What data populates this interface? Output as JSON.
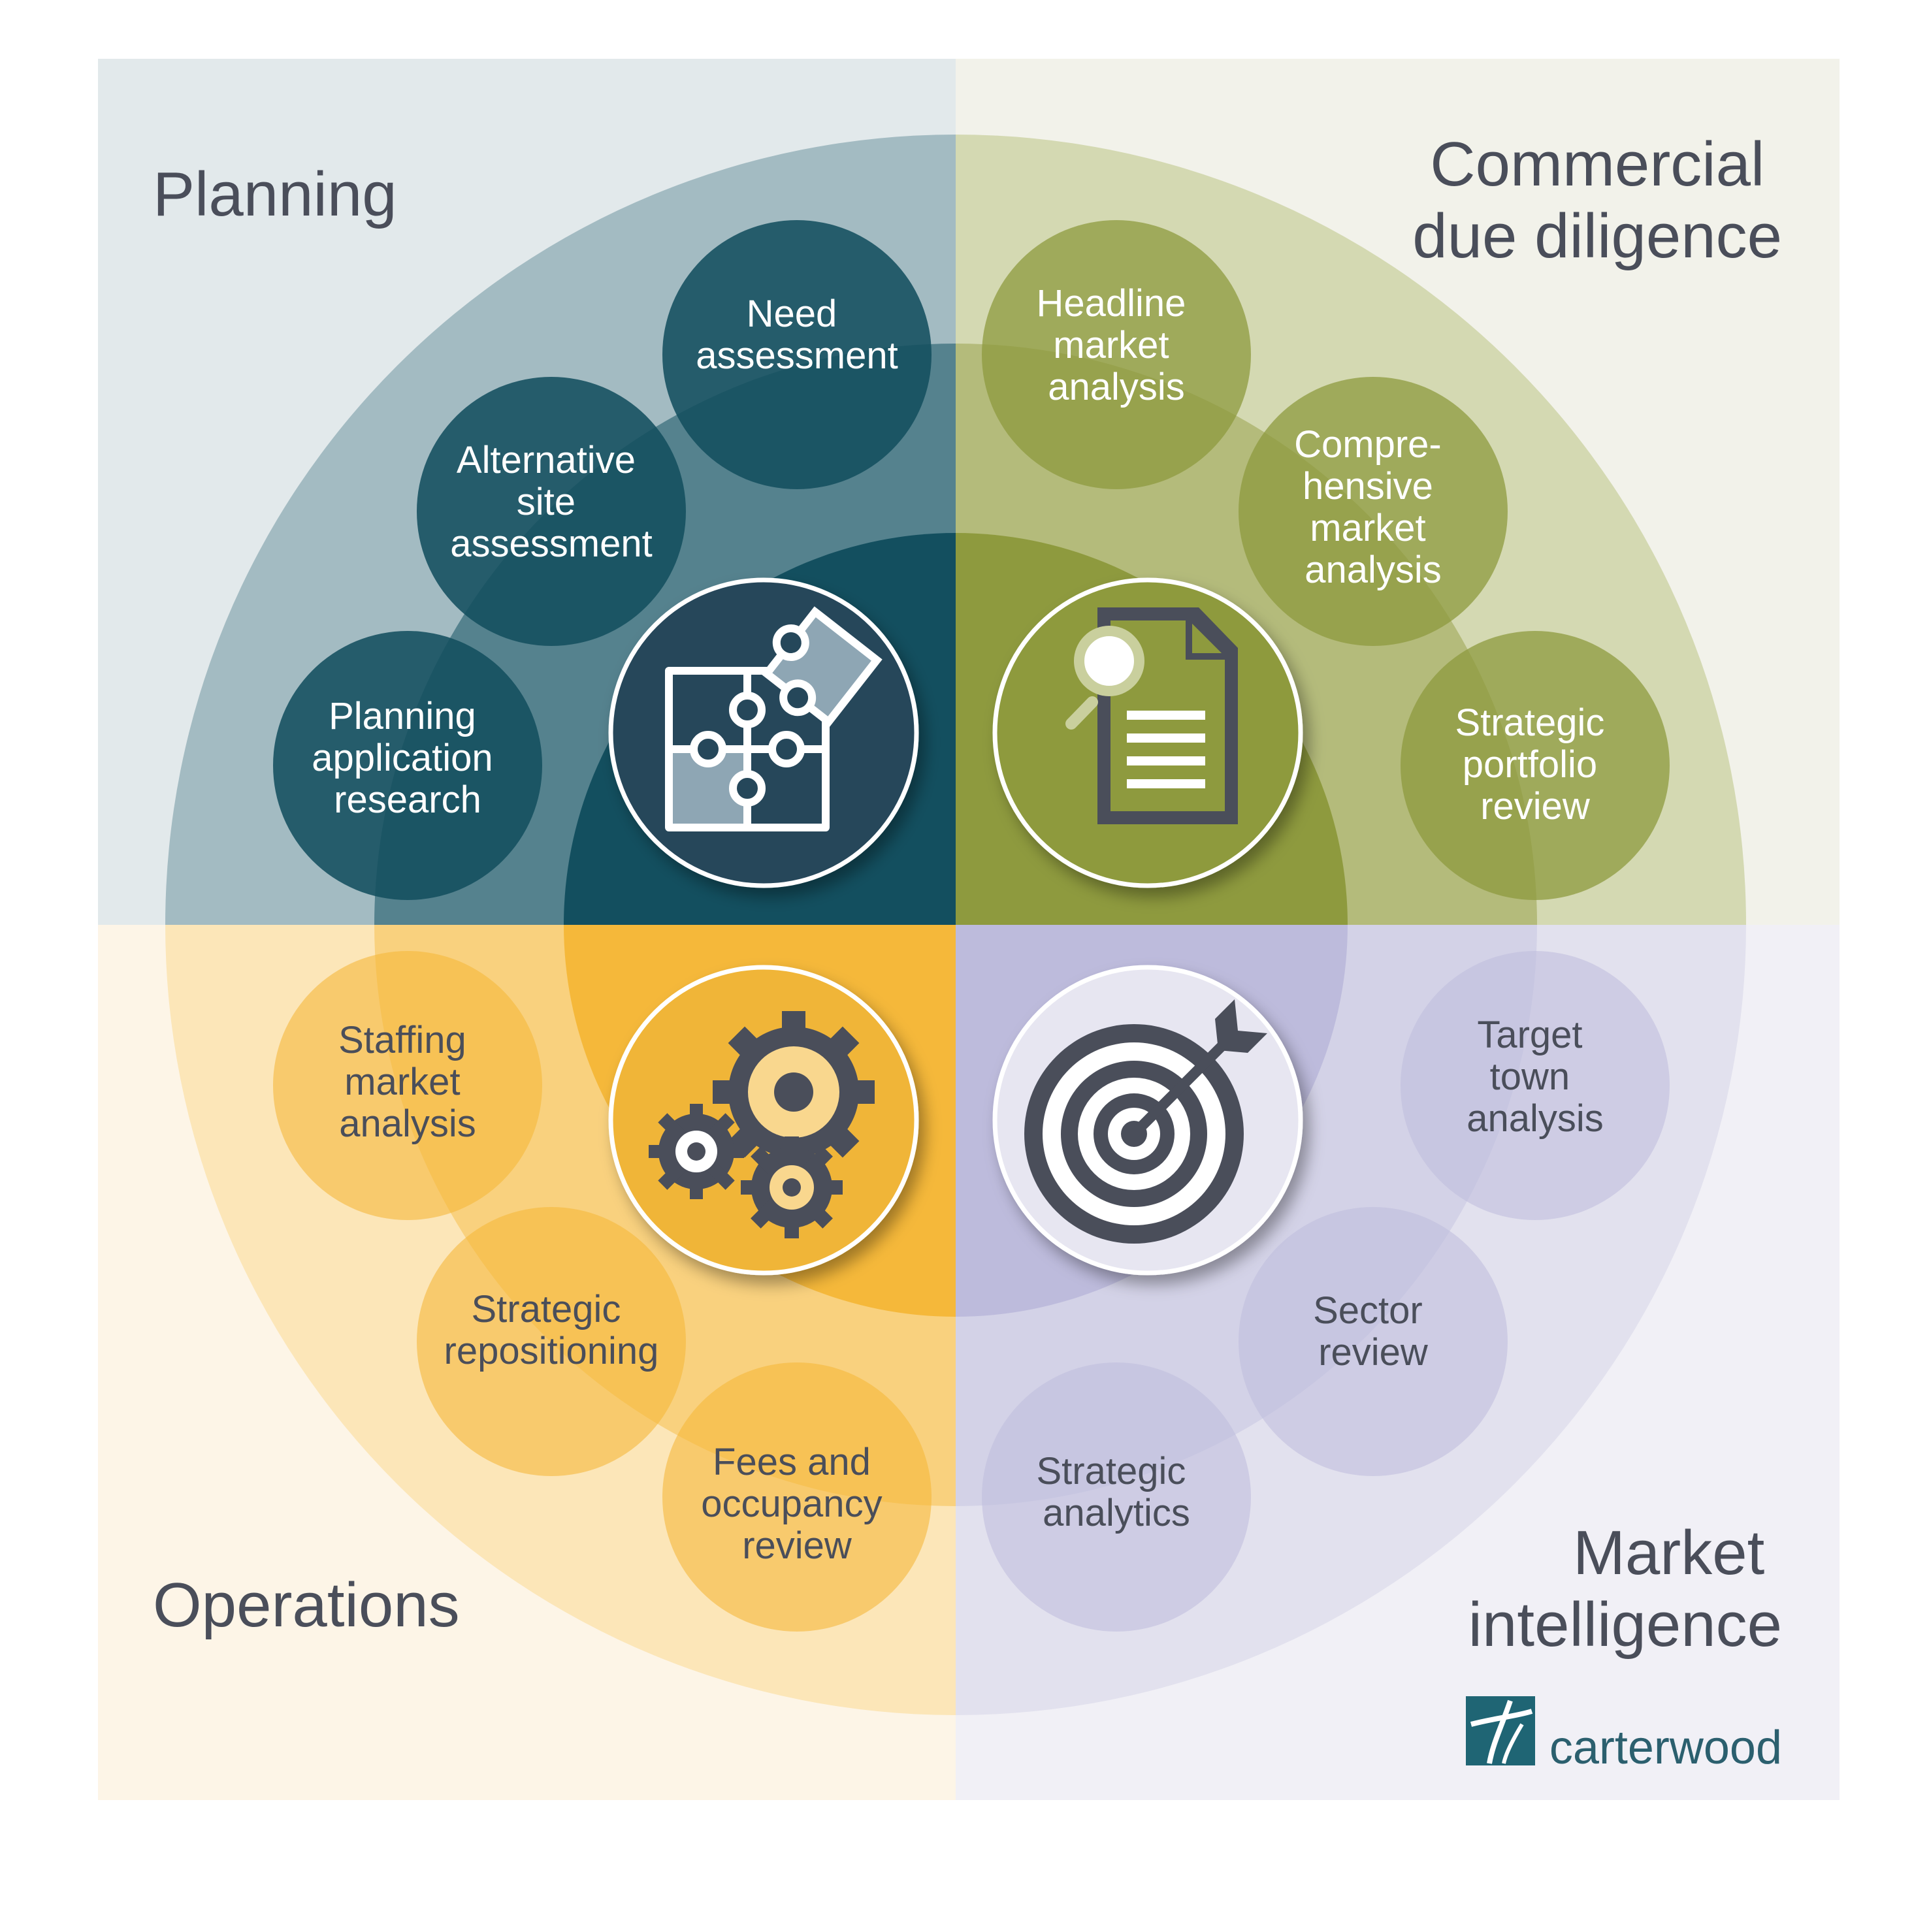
{
  "quadrants": {
    "planning": {
      "title": "Planning",
      "accent": "#134f5f",
      "items": [
        [
          "Need",
          "assessment"
        ],
        [
          "Alternative",
          "site",
          "assessment"
        ],
        [
          "Planning",
          "application",
          "research"
        ]
      ],
      "icon": "puzzle-icon"
    },
    "commercial": {
      "title_lines": [
        "Commercial",
        "due diligence"
      ],
      "accent": "#8e9a3e",
      "items": [
        [
          "Headline",
          "market",
          "analysis"
        ],
        [
          "Compre-",
          "hensive",
          "market",
          "analysis"
        ],
        [
          "Strategic",
          "portfolio",
          "review"
        ]
      ],
      "icon": "document-magnifier-icon"
    },
    "operations": {
      "title": "Operations",
      "accent": "#f5b83a",
      "items": [
        [
          "Staffing",
          "market",
          "analysis"
        ],
        [
          "Strategic",
          "repositioning"
        ],
        [
          "Fees and",
          "occupancy",
          "review"
        ]
      ],
      "icon": "gears-icon"
    },
    "market": {
      "title_lines": [
        "Market",
        "intelligence"
      ],
      "accent": "#bdbbdc",
      "items": [
        [
          "Target",
          "town",
          "analysis"
        ],
        [
          "Sector",
          "review"
        ],
        [
          "Strategic",
          "analytics"
        ]
      ],
      "icon": "target-arrow-icon"
    }
  },
  "brand": {
    "name": "carterwood",
    "logo_color": "#1f6574"
  }
}
